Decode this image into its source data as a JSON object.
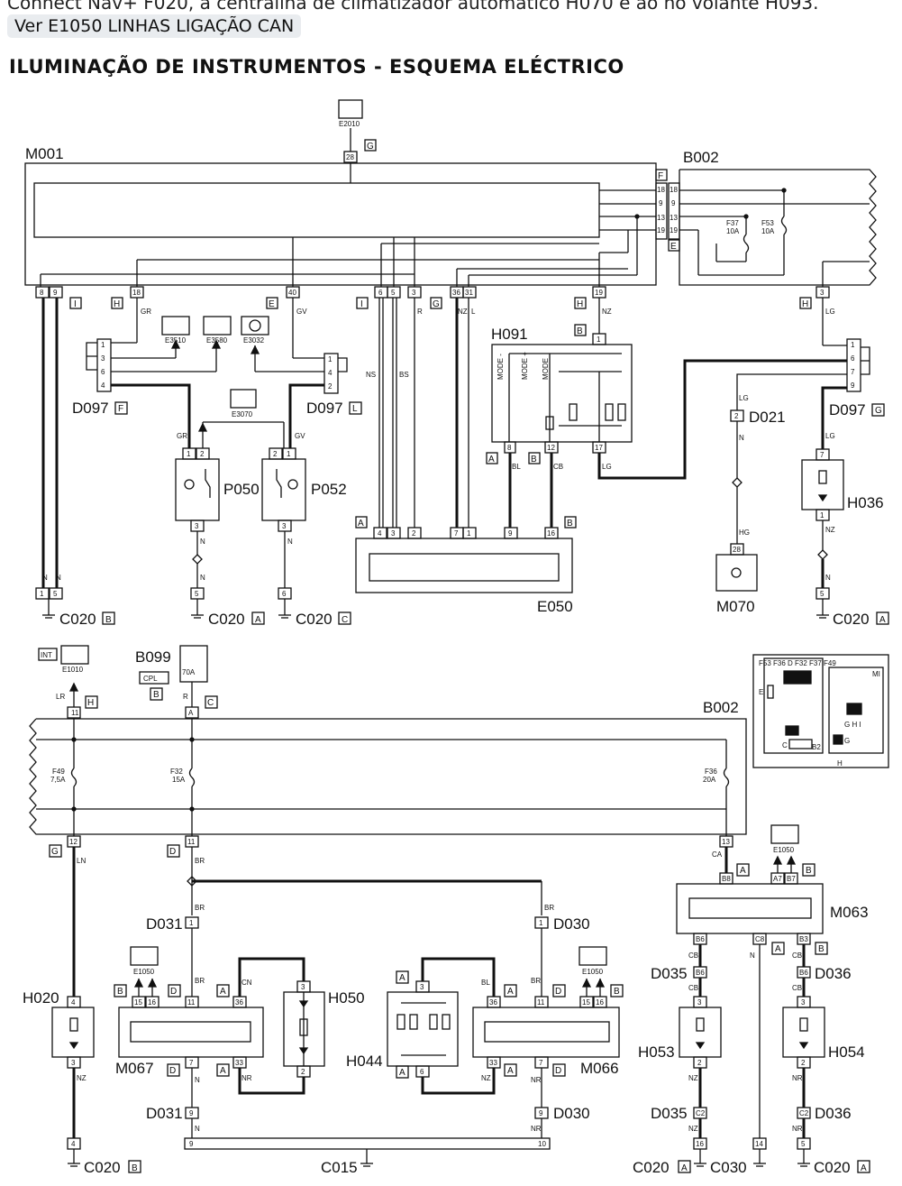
{
  "header": {
    "intro_text": "Connect Nav+ F020, à centralina de climatizador automático H070 e ao no volante H093.",
    "link_label": "Ver E1050 LINHAS LIGAÇÃO CAN",
    "title": "ILUMINAÇÃO DE INSTRUMENTOS - ESQUEMA ELÉCTRICO"
  },
  "top": {
    "e2010": "E2010",
    "g_top": "G",
    "pin28": "28",
    "m001": "M001",
    "b002": "B002",
    "f": "F",
    "e": "E",
    "pin18a": "18",
    "pin9a": "9",
    "pin13a": "13",
    "pin19a": "19",
    "pin18b": "18",
    "pin9b": "9",
    "pin13b": "13",
    "pin19b": "19",
    "f37": "F37",
    "f37a": "10A",
    "f53": "F53",
    "f53a": "10A",
    "p8": "8",
    "p9": "9",
    "p18": "18",
    "p40": "40",
    "p6": "6",
    "p5": "5",
    "p3": "3",
    "p36": "36",
    "p31": "31",
    "p19": "19",
    "p3b": "3",
    "i1": "I",
    "h1": "H",
    "e1": "E",
    "i2": "I",
    "g2": "G",
    "h2": "H",
    "h3": "H",
    "gr": "GR",
    "gv": "GV",
    "r": "R",
    "nz": "NZ",
    "l": "L",
    "nz2": "NZ",
    "lg": "LG",
    "ns": "NS",
    "bs": "BS",
    "e3510": "E3510",
    "e3580": "E3580",
    "e3032": "E3032",
    "e3070": "E3070",
    "d097f": "D097",
    "f_box": "F",
    "d097l": "D097",
    "l_box": "L",
    "d097g": "D097",
    "g_box": "G",
    "h091": "H091",
    "b_h091": "B",
    "p050": "P050",
    "p052": "P052",
    "a1": "A",
    "b1": "B",
    "bl": "BL",
    "cb": "CB",
    "lg2": "LG",
    "a2": "A",
    "b2": "B",
    "e050": "E050",
    "d021": "D021",
    "m070": "M070",
    "h036": "H036",
    "c020b": "C020",
    "b3": "B",
    "c020a": "C020",
    "a3": "A",
    "c020c": "C020",
    "c3": "C",
    "c020a2": "C020",
    "a4": "A",
    "n1": "N",
    "n2": "N",
    "n3": "N",
    "n4": "N",
    "n5": "N",
    "hg": "HG",
    "nz3": "NZ",
    "lg3": "LG",
    "mode1": "MODE -",
    "mode2": "MODE +",
    "mode3": "MODE"
  },
  "bottom": {
    "int": "INT",
    "e1010": "E1010",
    "b099": "B099",
    "cpl": "CPL",
    "b_cpl": "B",
    "a70": "70A",
    "lr": "LR",
    "r": "R",
    "h": "H",
    "c": "C",
    "pin11": "11",
    "pinA": "A",
    "b002": "B002",
    "f49": "F49",
    "f49a": "7,5A",
    "f32": "F32",
    "f32a": "15A",
    "f36": "F36",
    "f36a": "20A",
    "pin12": "12",
    "pin11b": "11",
    "pin13": "13",
    "g": "G",
    "d": "D",
    "ln": "LN",
    "br": "BR",
    "ca": "CA",
    "e1050": "E1050",
    "m063": "M063",
    "b8": "B8",
    "a7": "A7",
    "b7": "B7",
    "a_m063": "A",
    "b_m063": "B",
    "d031": "D031",
    "d030": "D030",
    "h020": "H020",
    "h050": "H050",
    "h044": "H044",
    "m067": "M067",
    "m066": "M066",
    "d035": "D035",
    "d036": "D036",
    "h053": "H053",
    "h054": "H054",
    "c020b": "C020",
    "c015": "C015",
    "c020a": "C020",
    "c030": "C030",
    "c020a2": "C020",
    "cn": "CN",
    "nr": "NR",
    "nz": "NZ",
    "n": "N",
    "cb": "CB",
    "bl": "BL",
    "inset_top": "F53 F36   D   F32 F37 F49",
    "inset_mi": "MI",
    "inset_ghi": "G H I",
    "inset_h": "H",
    "inset_g": "G",
    "inset_c": "C",
    "inset_b2": "B2",
    "inset_e": "E"
  }
}
